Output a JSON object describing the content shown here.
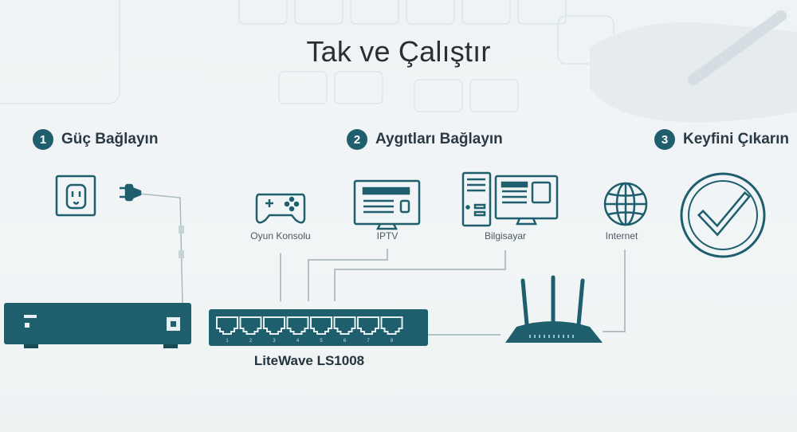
{
  "page": {
    "title": "Tak ve Çalıştır"
  },
  "steps": [
    {
      "number": "1",
      "label": "Güç Bağlayın"
    },
    {
      "number": "2",
      "label": "Aygıtları Bağlayın"
    },
    {
      "number": "3",
      "label": "Keyfini Çıkarın"
    }
  ],
  "devices": {
    "console": "Oyun Konsolu",
    "iptv": "IPTV",
    "computer": "Bilgisayar",
    "internet": "Internet"
  },
  "product": {
    "name": "LiteWave LS1008"
  },
  "port_numbers": [
    "1",
    "2",
    "3",
    "4",
    "5",
    "6",
    "7",
    "8"
  ],
  "colors": {
    "accent": "#1e5e6d",
    "line": "#9fb1b8",
    "background": "#eef3f5"
  },
  "icons": [
    "outlet-icon",
    "power-plug-icon",
    "gamepad-icon",
    "tv-monitor-icon",
    "desktop-computer-icon",
    "globe-icon",
    "check-circle-icon",
    "router-icon",
    "switch-device"
  ]
}
